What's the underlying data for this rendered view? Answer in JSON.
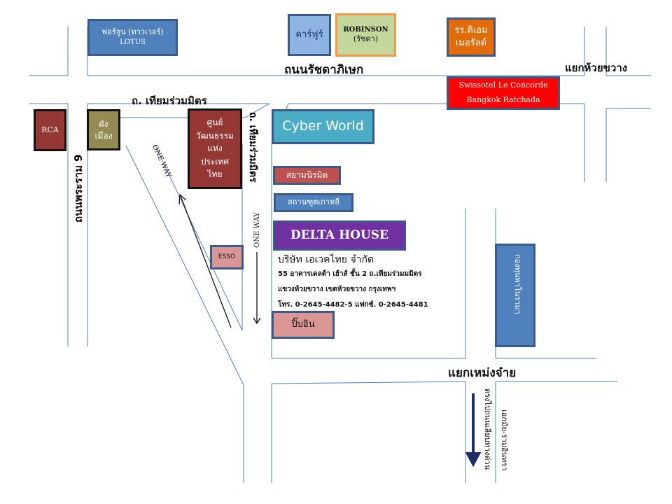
{
  "map": {
    "roads": {
      "ratchadaphisek": "ถนนรัชดาภิเษก",
      "tiam_ruam_mit_h": "ถ. เทียมร่วมมิตร",
      "tiam_ruam_mit_v": "ถ. เทียมร่วมมิตร",
      "rama9": "ถนนพระราม 9",
      "huai_khwang_junction": "แยกห้วยขวาง",
      "meng_jai_junction": "แยกเหม่งจ๋าย",
      "one_way_diag": "ONE WAY",
      "one_way_vert": "ONE WAY",
      "expressway_note": "ตรงไปถนนเลียบทางด่วน",
      "ekkamai_note": "เอกมัย-รามอินทรา"
    },
    "landmarks": {
      "lotus": {
        "line1": "ฟอร์จูน (ทาวเวอร์)",
        "line2": "LOTUS",
        "color": "#4f81bd"
      },
      "carrefour": {
        "label": "คาร์ฟูร์",
        "color": "#8eb4e3"
      },
      "robinson": {
        "line1": "ROBINSON",
        "line2": "(รัชดา)",
        "color": "#c3d69b",
        "border": "#f79646"
      },
      "emerald": {
        "line1": "รร.ดิเอม",
        "line2": "เมอรัลด์",
        "color": "#e36c0a"
      },
      "swissotel": {
        "line1": "Swissotel Le Concorde",
        "line2": "Bangkok Ratchada",
        "color": "#ff0000"
      },
      "rca": {
        "label": "RCA",
        "color": "#953735"
      },
      "phang_mueang": {
        "line1": "ผัง",
        "line2": "เมือง",
        "color": "#948a54"
      },
      "cultural_center": {
        "lines": [
          "ศูนย์",
          "วัฒนธรรม",
          "แห่ง",
          "ประเทศ",
          "ไทย"
        ],
        "color": "#953735"
      },
      "cyber_world": {
        "label": "Cyber World",
        "color": "#4bacc6"
      },
      "siam_niramit": {
        "label": "สยามนิรมิต",
        "color": "#c0504d"
      },
      "korean_embassy": {
        "label": "สถานฑูตเกาหลี",
        "color": "#4f81bd"
      },
      "esso": {
        "label": "ESSO",
        "color": "#d99694"
      },
      "pin_in": {
        "label": "ปิ๊บอิน",
        "color": "#d99694"
      },
      "delta_house": {
        "label": "DELTA HOUSE",
        "color": "#7030a0"
      },
      "noble_remix": {
        "label": "กองทุนพาโนรามา",
        "color": "#4f81bd"
      }
    },
    "company": {
      "name": "บริษัท เอเวคไทย จำกัด",
      "address1": "55 อาคารเดลต้า เฮ้าส์ ชั้น 2 ถ.เทียมร่วมมมิตร",
      "address2": "แขวงห้วยขวาง เขตห้วยขวาง กรุงเทพฯ",
      "phone": "โทร. 0-2645-4482-5   แฟกซ์. 0-2645-4481"
    },
    "colors": {
      "road_line": "#4f81bd",
      "arrow": "#1f2d6b"
    }
  }
}
